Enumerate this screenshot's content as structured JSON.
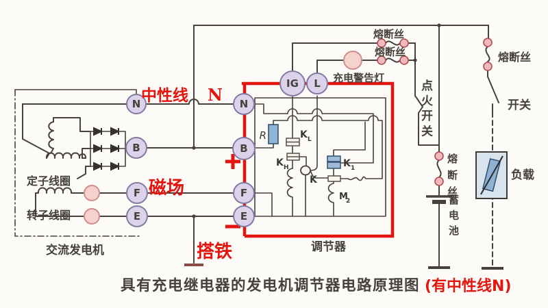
{
  "labels": {
    "neutral_line": "中性线",
    "neutral_n": "N",
    "field": "磁场",
    "ground_tie": "搭铁",
    "stator": "定子线圈",
    "rotor": "转子线圈",
    "alternator": "交流发电机",
    "regulator": "调节器",
    "warning_lamp": "充电警告灯",
    "fuse_top1": "熔断丝",
    "fuse_top2": "熔断丝",
    "fuse_right": "熔断丝",
    "fuse_battery": "熔断丝",
    "ignition_switch": "点火开关",
    "battery": "蓄电池",
    "switch": "开关",
    "load": "负载",
    "caption_main": "具有充电继电器的发电机调节器电路原理图",
    "caption_note": "(有中性线N)",
    "plus": "+",
    "minus": "−"
  },
  "terminals": {
    "n": "N",
    "b": "B",
    "f": "F",
    "e": "E",
    "ig": "IG",
    "l": "L"
  },
  "components": {
    "r": "R",
    "k": "K",
    "kl_main": "K",
    "kl_sub": "L",
    "kh_main": "K",
    "kh_sub": "H",
    "k1_main": "K",
    "k1_sub": "1",
    "m2_main": "M",
    "m2_sub": "2"
  },
  "colors": {
    "highlight_red": "#e4140e",
    "wire": "#46413b",
    "terminal_fill": "#dad3ea",
    "pink_fill": "#f6d2cd",
    "blue_fill": "#8fb6d8",
    "background": "#fcfbf7"
  }
}
